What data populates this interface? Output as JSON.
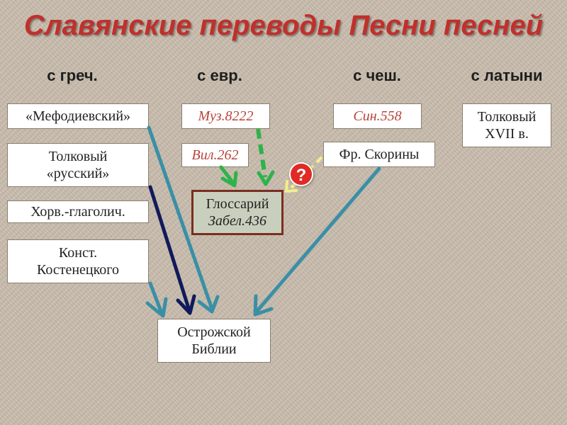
{
  "title": "Славянские переводы Песни песней",
  "columns": {
    "greek": "с греч.",
    "hebrew": "с евр.",
    "czech": "с чеш.",
    "latin": "с латыни"
  },
  "nodes": {
    "methodian": "«Мефодиевский»",
    "tolk_russian_1": "Толковый",
    "tolk_russian_2": "«русский»",
    "croat": "Хорв.-глаголич.",
    "konst_1": "Конст.",
    "konst_2": "Костенецкого",
    "muz": "Муз.8222",
    "vil": "Вил.262",
    "glossary_1": "Глоссарий",
    "glossary_2": "Забел.436",
    "sin": "Син.558",
    "skorina": "Фр. Скорины",
    "tolk17_1": "Толковый",
    "tolk17_2": "XVII в.",
    "ostrog_1": "Острожской",
    "ostrog_2": "Библии"
  },
  "question_mark": "?",
  "colors": {
    "title": "#c0302c",
    "teal_arrow": "#3a8fa6",
    "navy_arrow": "#101a5c",
    "green_arrow": "#2db34a",
    "yellow_arrow": "#f3ef8a",
    "red_text": "#b8443c"
  }
}
